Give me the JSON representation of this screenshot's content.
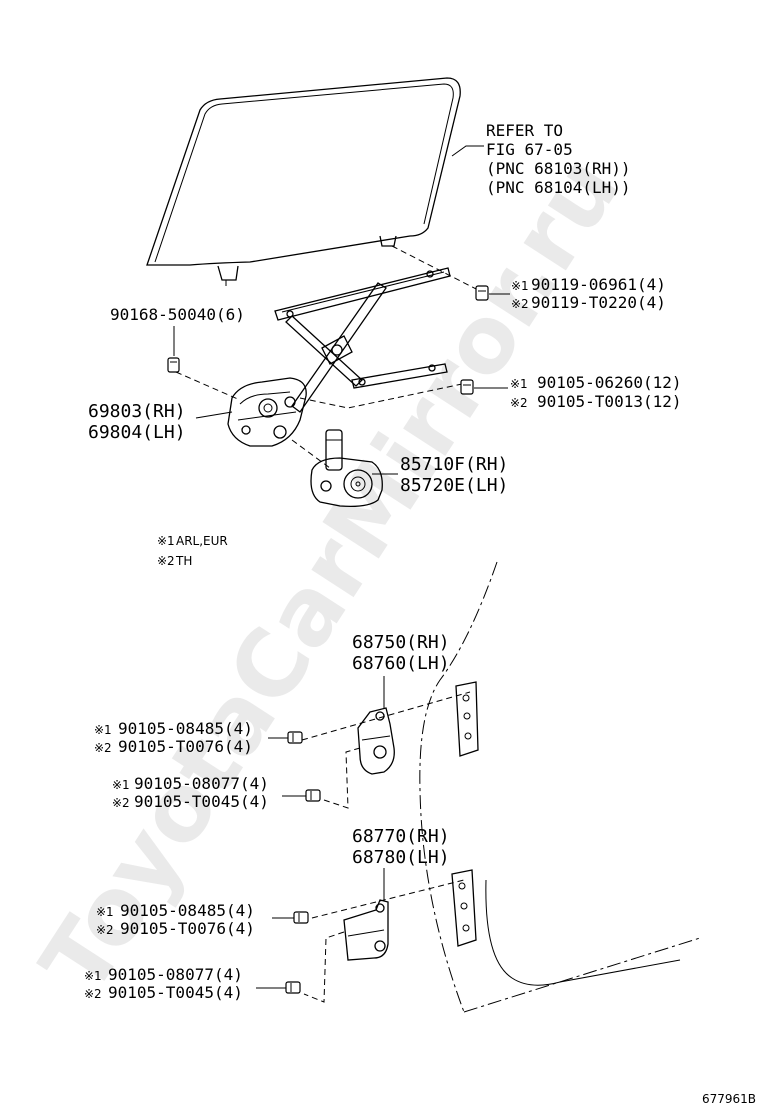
{
  "watermark": "ToyotaCarMirror.ru",
  "figure_id": "677961B",
  "notes": {
    "note1_mark": "※1",
    "note1_text": "ARL,EUR",
    "note2_mark": "※2",
    "note2_text": "TH"
  },
  "refer": {
    "line1": "REFER TO",
    "line2": "FIG 67-05",
    "line3": "(PNC 68103(RH))",
    "line4": "(PNC 68104(LH))"
  },
  "callouts": {
    "glass_bolt": {
      "mark1": "※1",
      "pn1": "90119-06961(4)",
      "mark2": "※2",
      "pn2": "90119-T0220(4)"
    },
    "reg_bolt_left": {
      "pn": "90168-50040(6)"
    },
    "reg_bolt_right": {
      "mark1": "※1",
      "pn1": "90105-06260(12)",
      "mark2": "※2",
      "pn2": "90105-T0013(12)"
    },
    "regulator": {
      "pn1": "69803(RH)",
      "pn2": "69804(LH)"
    },
    "motor": {
      "pn1": "85710F(RH)",
      "pn2": "85720E(LH)"
    },
    "upper_hinge": {
      "pn1": "68750(RH)",
      "pn2": "68760(LH)"
    },
    "upper_hinge_bolt_a": {
      "mark1": "※1",
      "pn1": "90105-08485(4)",
      "mark2": "※2",
      "pn2": "90105-T0076(4)"
    },
    "upper_hinge_bolt_b": {
      "mark1": "※1",
      "pn1": "90105-08077(4)",
      "mark2": "※2",
      "pn2": "90105-T0045(4)"
    },
    "lower_hinge": {
      "pn1": "68770(RH)",
      "pn2": "68780(LH)"
    },
    "lower_hinge_bolt_a": {
      "mark1": "※1",
      "pn1": "90105-08485(4)",
      "mark2": "※2",
      "pn2": "90105-T0076(4)"
    },
    "lower_hinge_bolt_b": {
      "mark1": "※1",
      "pn1": "90105-08077(4)",
      "mark2": "※2",
      "pn2": "90105-T0045(4)"
    }
  }
}
